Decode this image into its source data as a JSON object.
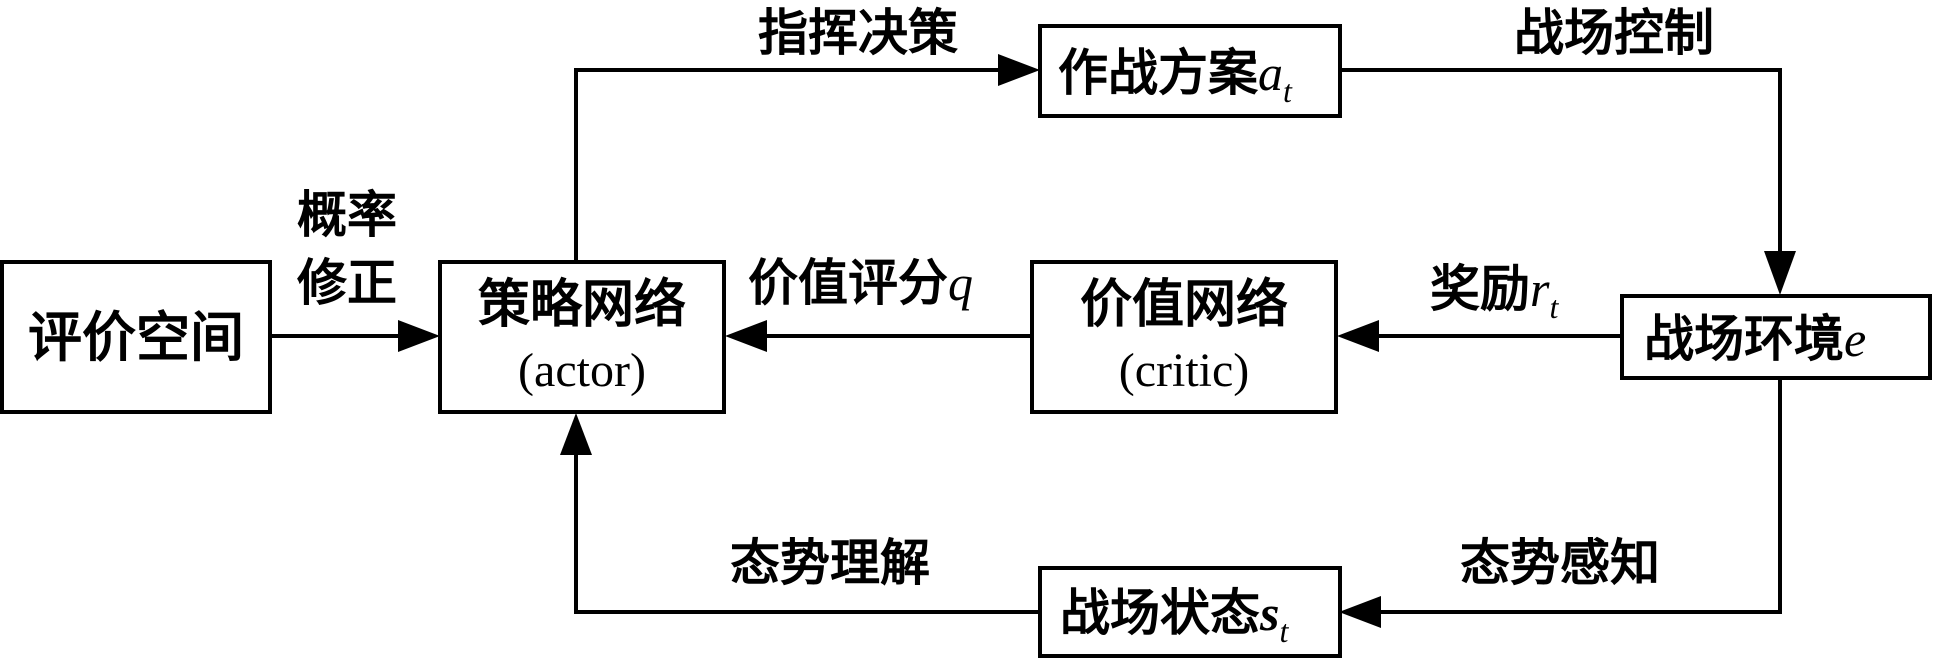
{
  "nodes": {
    "eval_space": {
      "label": "评价空间"
    },
    "actor": {
      "label": "策略网络",
      "sublabel": "(actor)"
    },
    "critic": {
      "label": "价值网络",
      "sublabel": "(critic)"
    },
    "plan": {
      "label": "作战方案",
      "symbol": "a",
      "sub": "t"
    },
    "env": {
      "label": "战场环境",
      "symbol": "e"
    },
    "state": {
      "label": "战场状态",
      "symbol": "s",
      "sub": "t"
    }
  },
  "edges": {
    "prob_fix": {
      "line1": "概率",
      "line2": "修正"
    },
    "command": {
      "label": "指挥决策"
    },
    "control": {
      "label": "战场控制"
    },
    "reward": {
      "label": "奖励",
      "symbol": "r",
      "sub": "t"
    },
    "score": {
      "label": "价值评分",
      "symbol": "q"
    },
    "perception": {
      "label": "态势感知"
    },
    "understanding": {
      "label": "态势理解"
    }
  }
}
